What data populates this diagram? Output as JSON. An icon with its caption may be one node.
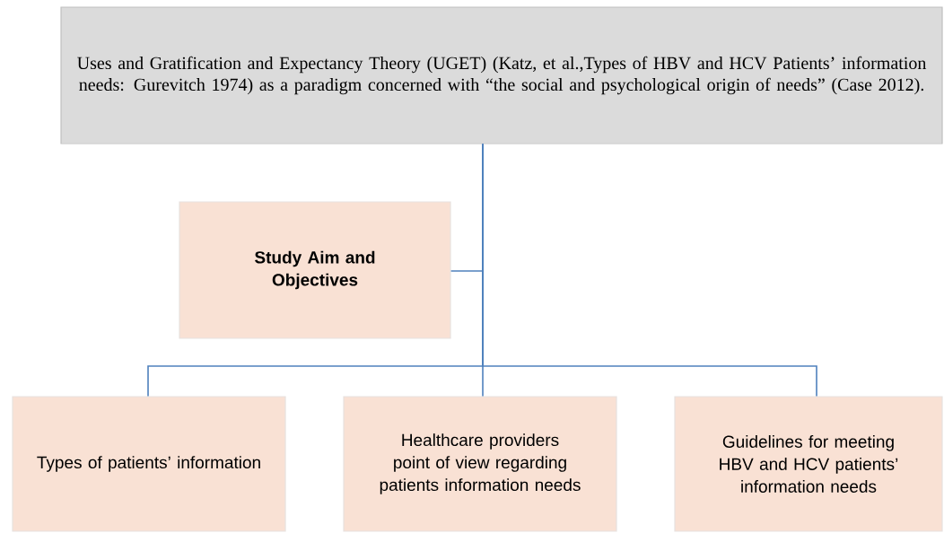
{
  "diagram": {
    "nodes": [
      {
        "text": [
          "Uses and Gratification and Expectancy Theory (UGET) (Katz, et al.,Types of HBV and HCV Patients’ information needs: Gurevitch 1974) as a paradigm concerned with “the social and psychological origin of needs” (Case 2012)."
        ]
      },
      {
        "text": [
          "Study Aim and Objectives"
        ]
      },
      {
        "text": [
          "Types of patients’ information"
        ]
      },
      {
        "text": [
          "Healthcare providers point of view regarding patients information needs"
        ]
      },
      {
        "text": [
          "Guidelines for meeting HBV and HCV patients’ information needs"
        ]
      }
    ],
    "edges": [
      {
        "from": 0,
        "to": 1,
        "arrow": "none"
      },
      {
        "from": 0,
        "to": 2,
        "arrow": "none"
      },
      {
        "from": 0,
        "to": 3,
        "arrow": "none"
      },
      {
        "from": 0,
        "to": 4,
        "arrow": "none"
      }
    ]
  }
}
